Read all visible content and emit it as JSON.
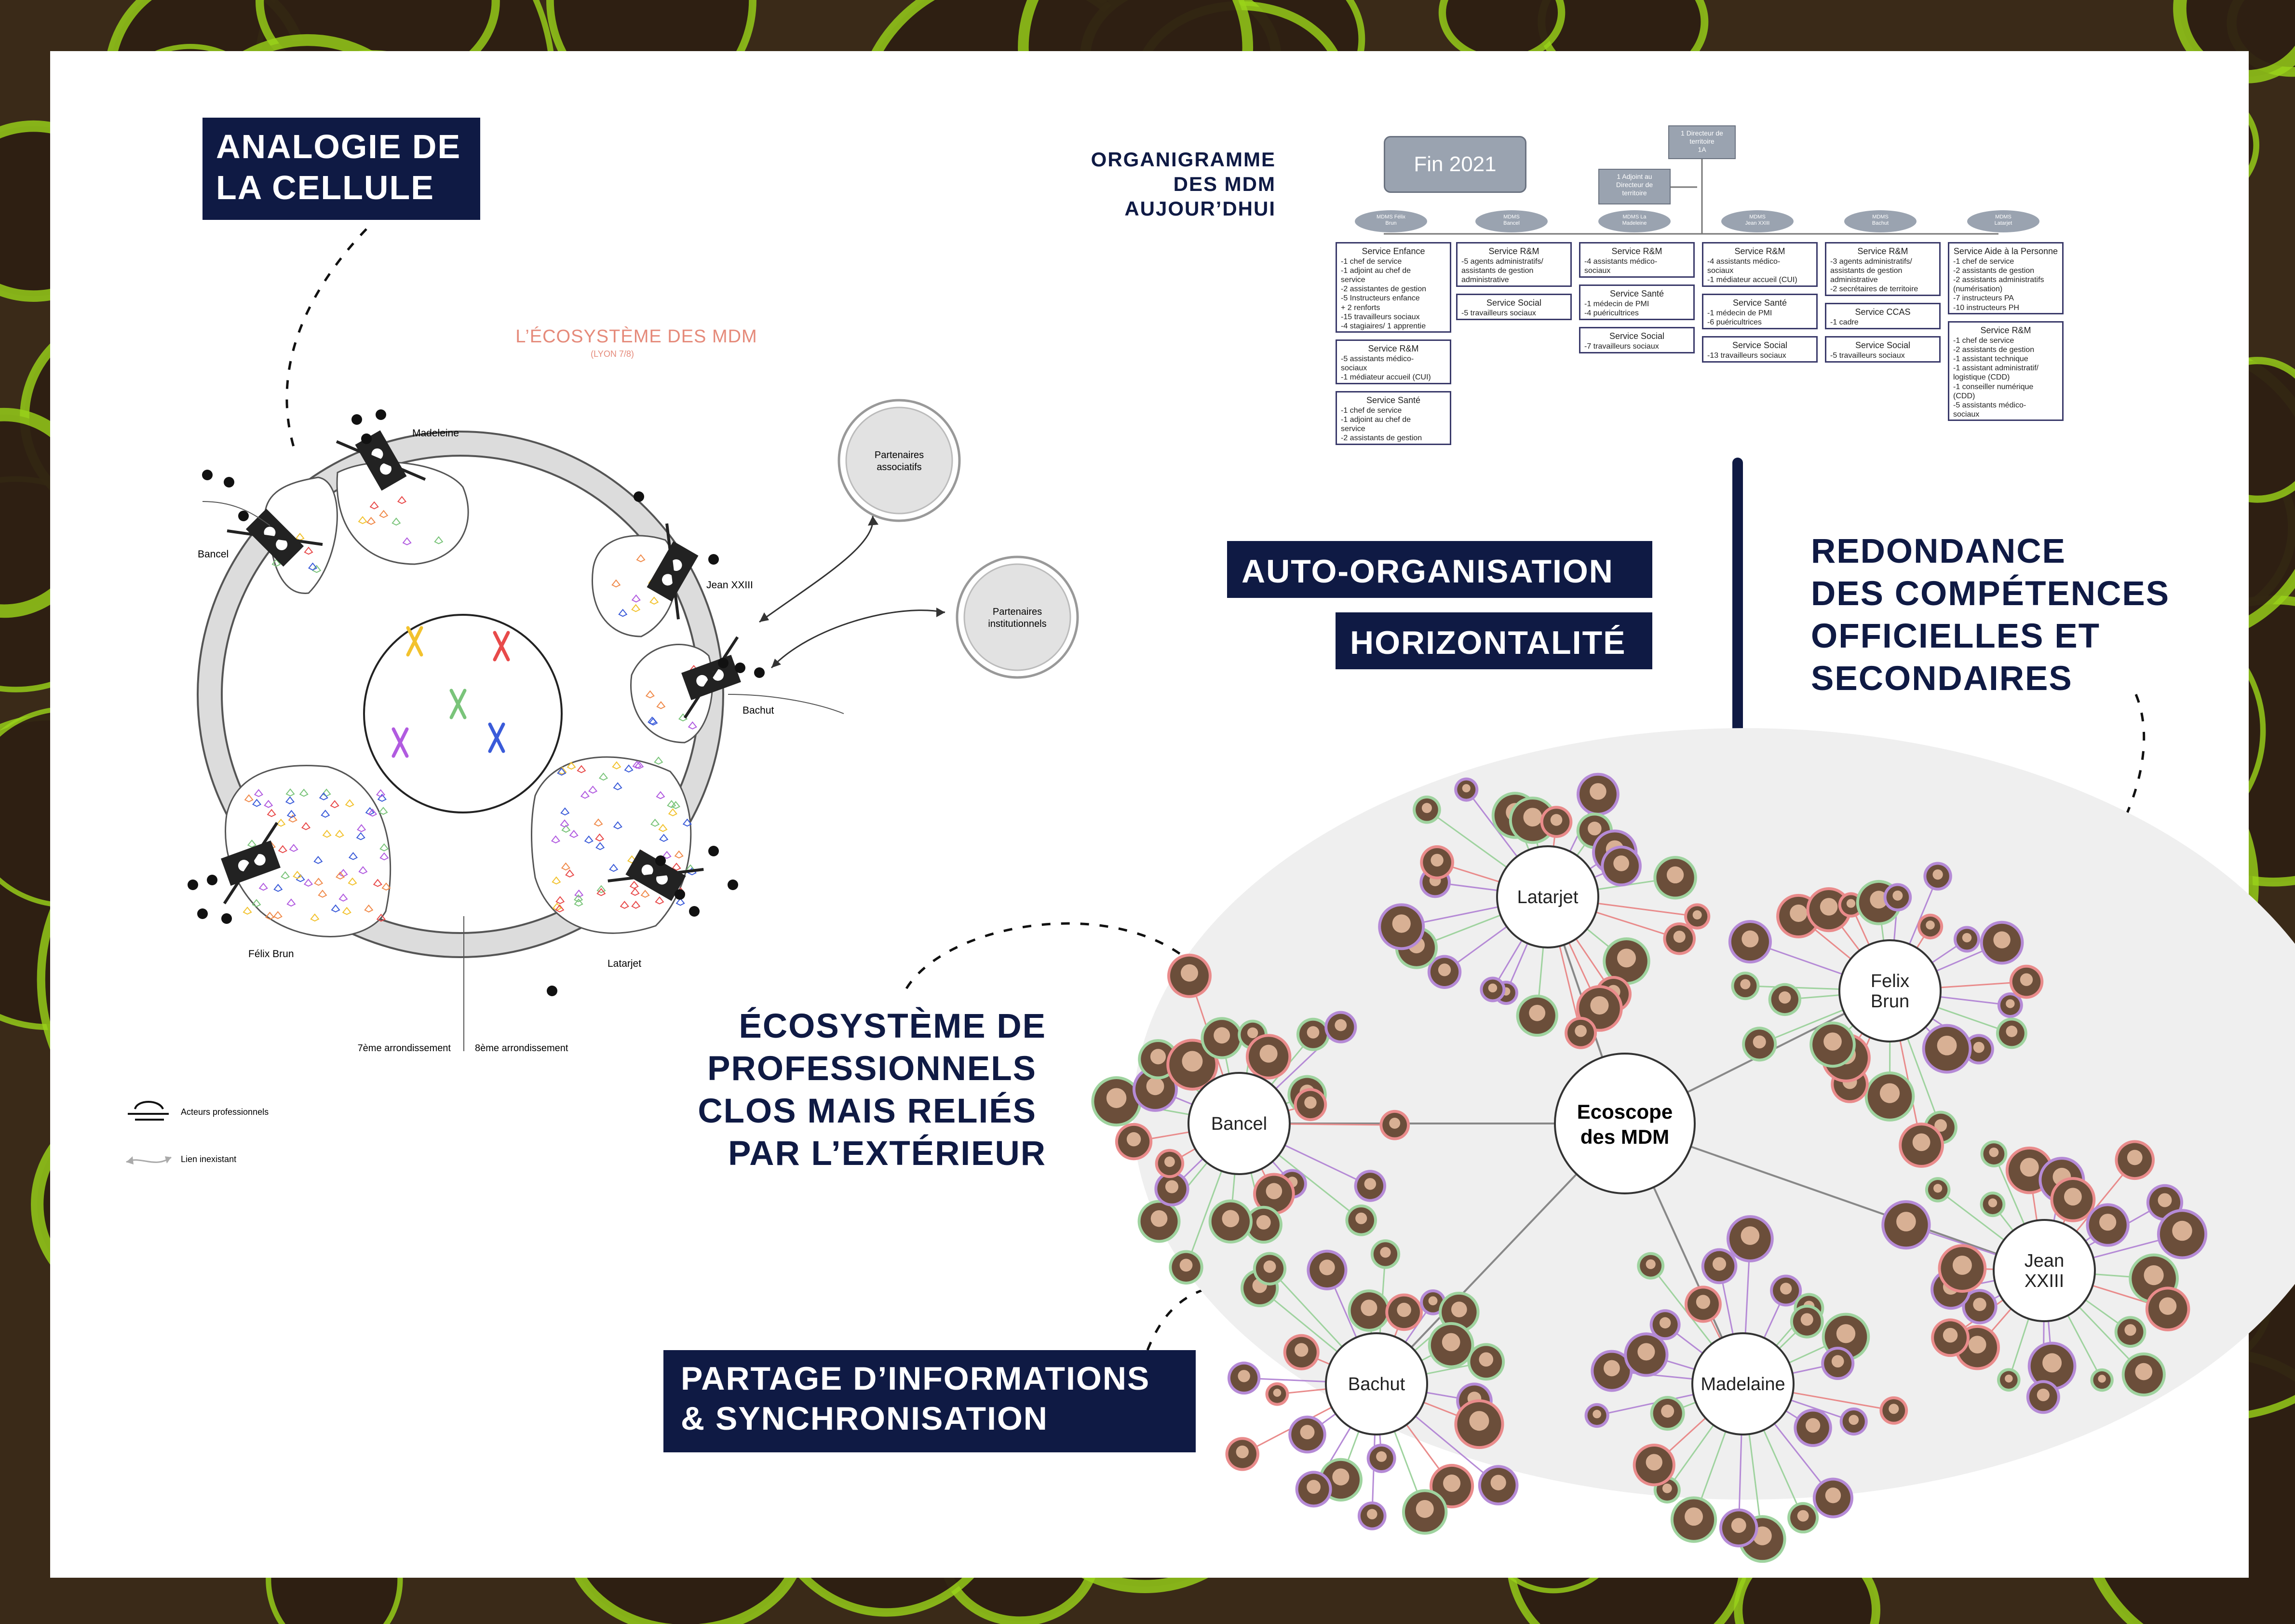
{
  "labels": {
    "analogie": [
      "ANALOGIE DE",
      "LA CELLULE"
    ],
    "organigramme": [
      "ORGANIGRAMME",
      "DES MDM",
      "AUJOUR’DHUI"
    ],
    "auto_organisation": "AUTO-ORGANISATION",
    "horizontalite": "HORIZONTALITÉ",
    "redondance": [
      "REDONDANCE",
      "DES COMPÉTENCES",
      "OFFICIELLES ET",
      "SECONDAIRES"
    ],
    "ecosysteme": [
      "ÉCOSYSTÈME DE",
      "PROFESSIONNELS",
      "CLOS MAIS RELIÉS",
      "PAR L’EXTÉRIEUR"
    ],
    "partage": [
      "PARTAGE D’INFORMATIONS",
      "& SYNCHRONISATION"
    ]
  },
  "cell_diagram": {
    "title": "L’ÉCOSYSTÈME DES MDM",
    "subtitle": "(LYON 7/8)",
    "sites": {
      "madeleine": "Madeleine",
      "bancel": "Bancel",
      "jean": "Jean XXIII",
      "bachut": "Bachut",
      "felix": "Félix Brun",
      "latarjet": "Latarjet"
    },
    "partners": {
      "associatifs": [
        "Partenaires",
        "associatifs"
      ],
      "institutionnels": [
        "Partenaires",
        "institutionnels"
      ]
    },
    "arrondissements": [
      "7ème arrondissement",
      "8ème arrondissement"
    ],
    "legend": [
      "Acteurs professionnels",
      "Lien inexistant"
    ]
  },
  "org_chart": {
    "fin": "Fin 2021",
    "director": [
      "1 Directeur de",
      "territoire",
      "1A"
    ],
    "adjoint": [
      "1 Adjoint au",
      "Directeur de",
      "territoire"
    ],
    "headers": [
      [
        "MDMS Félix",
        "Brun"
      ],
      [
        "MDMS",
        "Bancel"
      ],
      [
        "MDMS La",
        "Madeleine"
      ],
      [
        "MDMS",
        "Jean XXIII"
      ],
      [
        "MDMS",
        "Bachut"
      ],
      [
        "MDMS",
        "Latarjet"
      ]
    ],
    "columns": [
      [
        {
          "title": "Service Enfance",
          "lines": [
            "-1 chef de service",
            "-1 adjoint au chef de",
            "service",
            "-2 assistantes de gestion",
            "-5 Instructeurs enfance",
            "+ 2 renforts",
            "-15 travailleurs sociaux",
            "-4 stagiaires/ 1 apprentie"
          ]
        },
        {
          "title": "Service R&M",
          "lines": [
            "-5 assistants médico-",
            "sociaux",
            "-1 médiateur accueil (CUI)"
          ]
        },
        {
          "title": "Service Santé",
          "lines": [
            "-1 chef de service",
            "-1 adjoint au chef de",
            "service",
            "-2 assistants de gestion"
          ]
        }
      ],
      [
        {
          "title": "Service R&M",
          "lines": [
            "-5 agents administratifs/",
            "assistants de gestion",
            "administrative"
          ]
        },
        {
          "title": "Service Social",
          "lines": [
            "-5 travailleurs sociaux"
          ]
        }
      ],
      [
        {
          "title": "Service R&M",
          "lines": [
            "-4 assistants médico-",
            "sociaux"
          ]
        },
        {
          "title": "Service Santé",
          "lines": [
            "-1 médecin de PMI",
            "-4 puéricultrices"
          ]
        },
        {
          "title": "Service Social",
          "lines": [
            "-7 travailleurs sociaux"
          ]
        }
      ],
      [
        {
          "title": "Service R&M",
          "lines": [
            "-4 assistants médico-",
            "sociaux",
            "-1 médiateur accueil (CUI)"
          ]
        },
        {
          "title": "Service Santé",
          "lines": [
            "-1 médecin de PMI",
            "-6 puéricultrices"
          ]
        },
        {
          "title": "Service Social",
          "lines": [
            "-13 travailleurs sociaux"
          ]
        }
      ],
      [
        {
          "title": "Service R&M",
          "lines": [
            "-3 agents administratifs/",
            "assistants de gestion",
            "administrative",
            "-2 secrétaires de territoire"
          ]
        },
        {
          "title": "Service CCAS",
          "lines": [
            "-1 cadre"
          ]
        },
        {
          "title": "Service Social",
          "lines": [
            "-5 travailleurs sociaux"
          ]
        }
      ],
      [
        {
          "title": "Service Aide à la Personne",
          "lines": [
            "-1 chef de service",
            "-2 assistants de gestion",
            "-2 assistants administratifs",
            "(numérisation)",
            "-7 instructeurs PA",
            "-10 instructeurs PH"
          ]
        },
        {
          "title": "Service R&M",
          "lines": [
            "-1 chef de service",
            "-2 assistants de gestion",
            "-1 assistant technique",
            "-1 assistant administratif/",
            "logistique (CDD)",
            "-1 conseiller numérique",
            "(CDD)",
            "-5 assistants médico-",
            "sociaux"
          ]
        }
      ]
    ]
  },
  "network": {
    "center": [
      "Ecoscope",
      "des MDM"
    ],
    "hubs": {
      "latarjet": [
        "Latarjet"
      ],
      "felix": [
        "Felix",
        "Brun"
      ],
      "bancel": [
        "Bancel"
      ],
      "jean": [
        "Jean",
        "XXIII"
      ],
      "bachut": [
        "Bachut"
      ],
      "madelaine": [
        "Madelaine"
      ]
    }
  },
  "colors": {
    "navy": "#0f1a44",
    "node_red": "#e98b8b",
    "node_green": "#9fd39f",
    "node_purple": "#b58ad6",
    "ecosystem_bg": "#eeeeee"
  }
}
